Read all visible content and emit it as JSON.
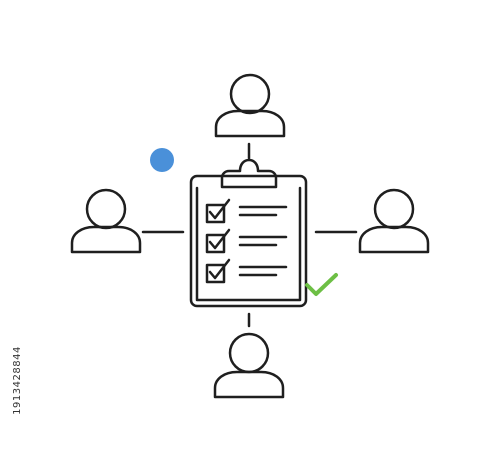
{
  "colors": {
    "stroke": "#1f1f1f",
    "dot": "#4a90d9",
    "check": "#6dbf45",
    "background": "#ffffff"
  },
  "icons": {
    "people": [
      "person-icon-top",
      "person-icon-left",
      "person-icon-right",
      "person-icon-bottom"
    ],
    "center": "clipboard-checklist-icon",
    "badge": "checkmark-icon",
    "accent": "blue-dot-icon"
  },
  "checklist": {
    "item_count": 3,
    "all_checked": true
  },
  "stock_id": "1913428844"
}
